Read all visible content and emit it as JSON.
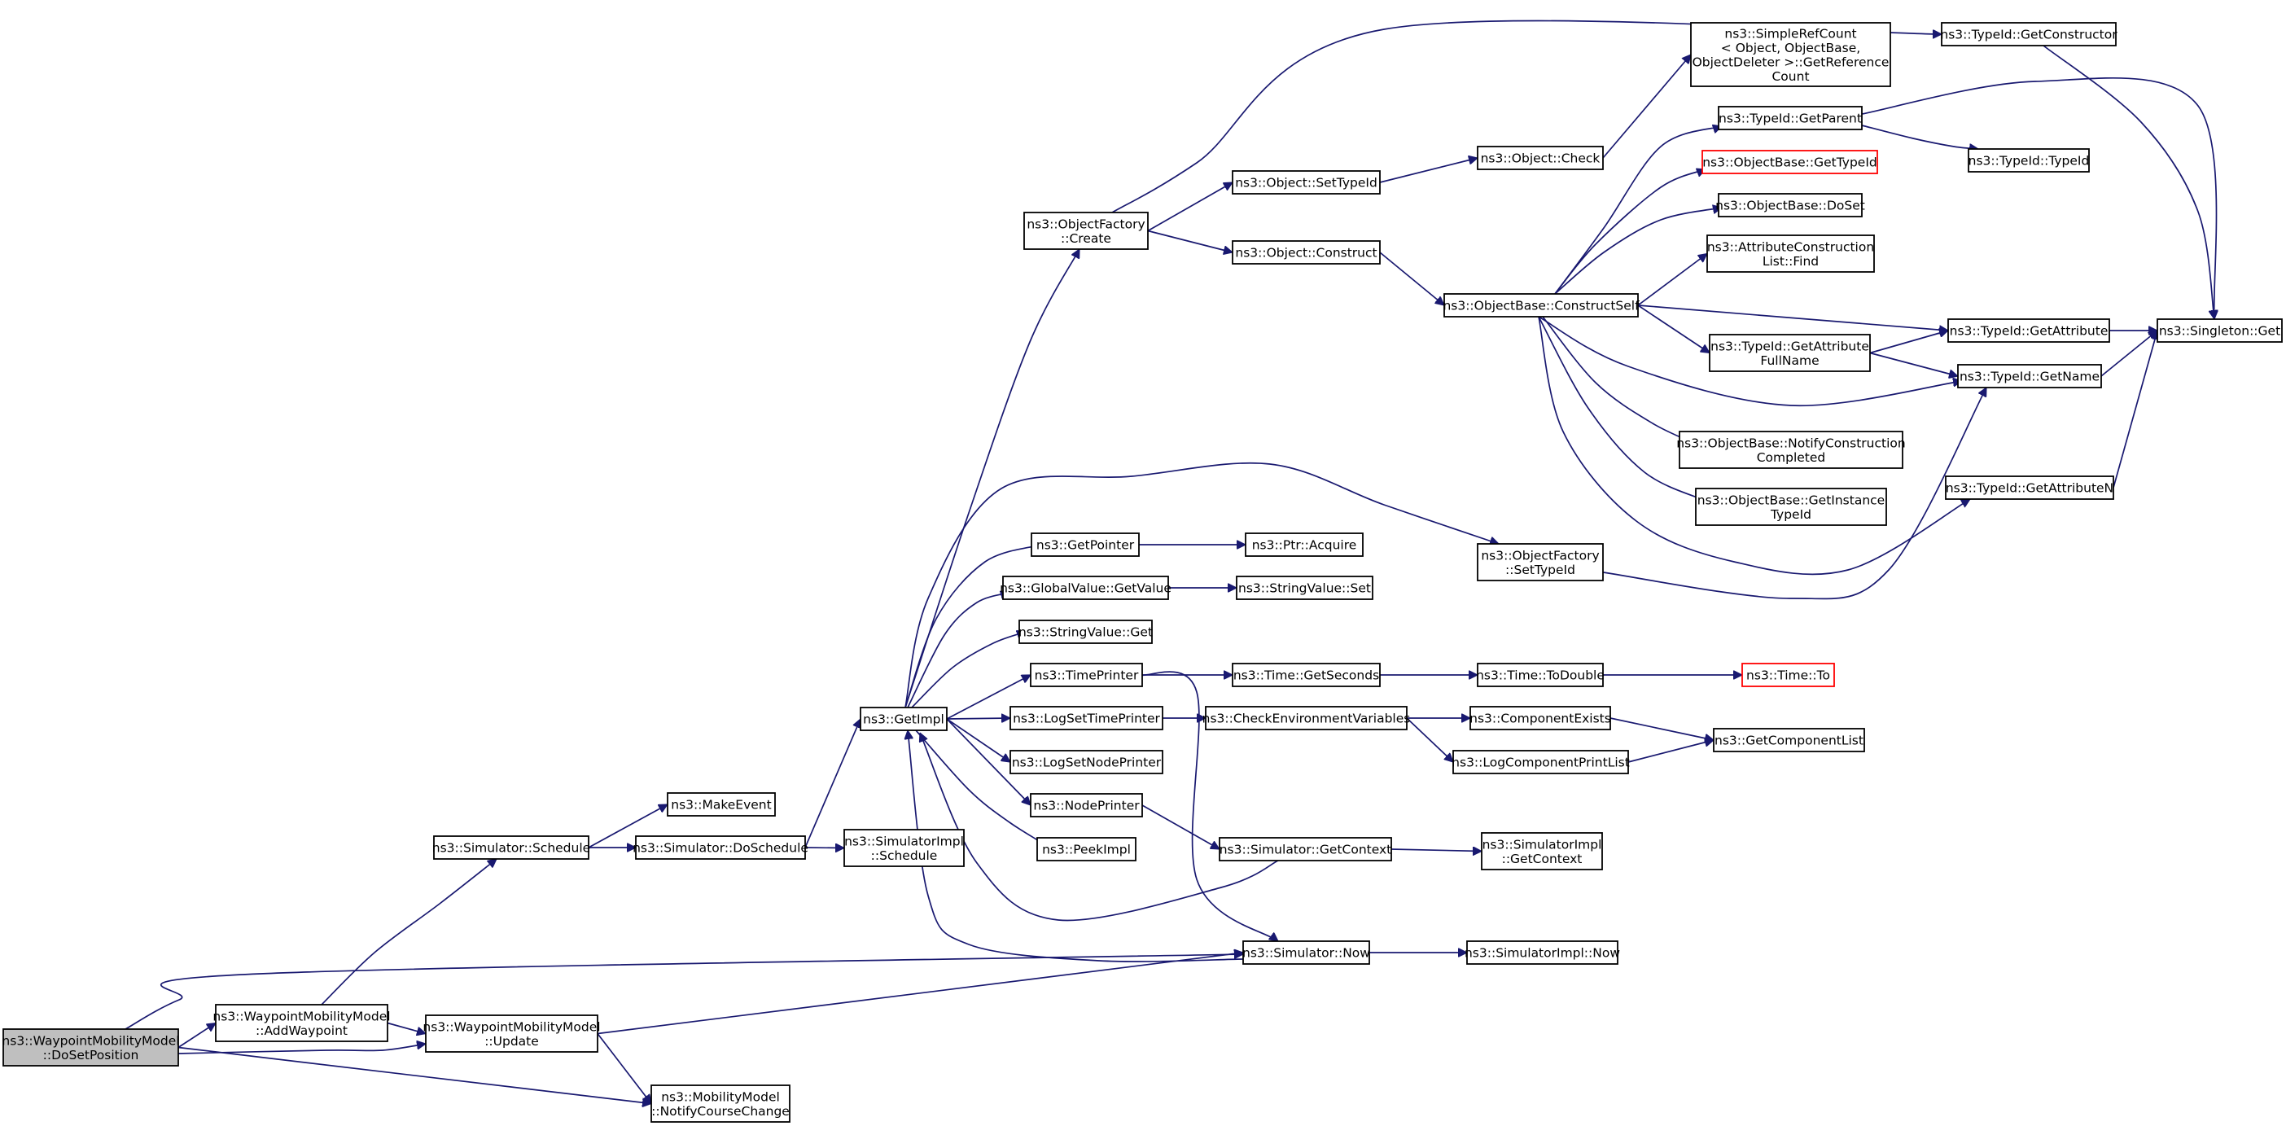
{
  "colors": {
    "edge": "#191970",
    "node_border": "#000000",
    "root_fill": "#bfbfbf",
    "missing_node_border": "#ff0000"
  },
  "nodes": [
    {
      "id": "n1",
      "lines": [
        "ns3::WaypointMobilityModel",
        "::DoSetPosition"
      ],
      "style": "root"
    },
    {
      "id": "n2",
      "lines": [
        "ns3::WaypointMobilityModel",
        "::AddWaypoint"
      ]
    },
    {
      "id": "n3",
      "lines": [
        "ns3::WaypointMobilityModel",
        "::Update"
      ]
    },
    {
      "id": "n4",
      "lines": [
        "ns3::MobilityModel",
        "::NotifyCourseChange"
      ]
    },
    {
      "id": "n5",
      "lines": [
        "ns3::Simulator::Schedule"
      ]
    },
    {
      "id": "n6",
      "lines": [
        "ns3::MakeEvent"
      ]
    },
    {
      "id": "n7",
      "lines": [
        "ns3::Simulator::DoSchedule"
      ]
    },
    {
      "id": "n8",
      "lines": [
        "ns3::SimulatorImpl",
        "::Schedule"
      ]
    },
    {
      "id": "n9",
      "lines": [
        "ns3::GetImpl"
      ]
    },
    {
      "id": "n10",
      "lines": [
        "ns3::ObjectFactory",
        "::Create"
      ]
    },
    {
      "id": "n11",
      "lines": [
        "ns3::GetPointer"
      ]
    },
    {
      "id": "n12",
      "lines": [
        "ns3::GlobalValue::GetValue"
      ]
    },
    {
      "id": "n13",
      "lines": [
        "ns3::StringValue::Get"
      ]
    },
    {
      "id": "n14",
      "lines": [
        "ns3::TimePrinter"
      ]
    },
    {
      "id": "n15",
      "lines": [
        "ns3::LogSetTimePrinter"
      ]
    },
    {
      "id": "n16",
      "lines": [
        "ns3::LogSetNodePrinter"
      ]
    },
    {
      "id": "n17",
      "lines": [
        "ns3::NodePrinter"
      ]
    },
    {
      "id": "n18",
      "lines": [
        "ns3::PeekImpl"
      ]
    },
    {
      "id": "n19",
      "lines": [
        "ns3::ObjectFactory",
        "::SetTypeId"
      ]
    },
    {
      "id": "n20",
      "lines": [
        "ns3::Object::SetTypeId"
      ]
    },
    {
      "id": "n21",
      "lines": [
        "ns3::Object::Construct"
      ]
    },
    {
      "id": "n22",
      "lines": [
        "ns3::Object::Check"
      ]
    },
    {
      "id": "n23",
      "lines": [
        "ns3::ObjectBase::ConstructSelf"
      ]
    },
    {
      "id": "n24",
      "lines": [
        "ns3::SimpleRefCount",
        "< Object, ObjectBase,",
        "ObjectDeleter >::GetReference",
        "Count"
      ]
    },
    {
      "id": "n25",
      "lines": [
        "ns3::TypeId::GetParent"
      ]
    },
    {
      "id": "n26",
      "lines": [
        "ns3::ObjectBase::GetTypeId"
      ],
      "style": "red"
    },
    {
      "id": "n27",
      "lines": [
        "ns3::ObjectBase::DoSet"
      ]
    },
    {
      "id": "n28",
      "lines": [
        "ns3::AttributeConstruction",
        "List::Find"
      ]
    },
    {
      "id": "n29",
      "lines": [
        "ns3::TypeId::GetAttribute",
        "FullName"
      ]
    },
    {
      "id": "n30",
      "lines": [
        "ns3::ObjectBase::NotifyConstruction",
        "Completed"
      ]
    },
    {
      "id": "n31",
      "lines": [
        "ns3::ObjectBase::GetInstance",
        "TypeId"
      ]
    },
    {
      "id": "n32",
      "lines": [
        "ns3::TypeId::GetConstructor"
      ]
    },
    {
      "id": "n33",
      "lines": [
        "ns3::TypeId::TypeId"
      ]
    },
    {
      "id": "n34",
      "lines": [
        "ns3::TypeId::GetAttribute"
      ]
    },
    {
      "id": "n35",
      "lines": [
        "ns3::TypeId::GetName"
      ]
    },
    {
      "id": "n36",
      "lines": [
        "ns3::TypeId::GetAttributeN"
      ]
    },
    {
      "id": "n37",
      "lines": [
        "ns3::Singleton::Get"
      ]
    },
    {
      "id": "n38",
      "lines": [
        "ns3::Ptr::Acquire"
      ]
    },
    {
      "id": "n39",
      "lines": [
        "ns3::StringValue::Set"
      ]
    },
    {
      "id": "n40",
      "lines": [
        "ns3::Time::GetSeconds"
      ]
    },
    {
      "id": "n41",
      "lines": [
        "ns3::Time::ToDouble"
      ]
    },
    {
      "id": "n42",
      "lines": [
        "ns3::Time::To"
      ],
      "style": "red"
    },
    {
      "id": "n43",
      "lines": [
        "ns3::CheckEnvironmentVariables"
      ]
    },
    {
      "id": "n44",
      "lines": [
        "ns3::ComponentExists"
      ]
    },
    {
      "id": "n45",
      "lines": [
        "ns3::LogComponentPrintList"
      ]
    },
    {
      "id": "n46",
      "lines": [
        "ns3::GetComponentList"
      ]
    },
    {
      "id": "n47",
      "lines": [
        "ns3::Simulator::GetContext"
      ]
    },
    {
      "id": "n48",
      "lines": [
        "ns3::SimulatorImpl",
        "::GetContext"
      ]
    },
    {
      "id": "n49",
      "lines": [
        "ns3::Simulator::Now"
      ]
    },
    {
      "id": "n50",
      "lines": [
        "ns3::SimulatorImpl::Now"
      ]
    }
  ],
  "edges": [
    [
      "n1",
      "n2"
    ],
    [
      "n1",
      "n3"
    ],
    [
      "n1",
      "n4"
    ],
    [
      "n1",
      "n49"
    ],
    [
      "n2",
      "n5"
    ],
    [
      "n2",
      "n3"
    ],
    [
      "n3",
      "n4"
    ],
    [
      "n3",
      "n49"
    ],
    [
      "n5",
      "n6"
    ],
    [
      "n5",
      "n7"
    ],
    [
      "n7",
      "n8"
    ],
    [
      "n7",
      "n9"
    ],
    [
      "n9",
      "n10"
    ],
    [
      "n9",
      "n11"
    ],
    [
      "n9",
      "n12"
    ],
    [
      "n9",
      "n13"
    ],
    [
      "n9",
      "n14"
    ],
    [
      "n9",
      "n15"
    ],
    [
      "n9",
      "n16"
    ],
    [
      "n9",
      "n17"
    ],
    [
      "n9",
      "n18"
    ],
    [
      "n9",
      "n19"
    ],
    [
      "n10",
      "n20"
    ],
    [
      "n10",
      "n21"
    ],
    [
      "n10",
      "n32"
    ],
    [
      "n20",
      "n22"
    ],
    [
      "n21",
      "n23"
    ],
    [
      "n22",
      "n24"
    ],
    [
      "n23",
      "n25"
    ],
    [
      "n23",
      "n26"
    ],
    [
      "n23",
      "n27"
    ],
    [
      "n23",
      "n28"
    ],
    [
      "n23",
      "n29"
    ],
    [
      "n23",
      "n30"
    ],
    [
      "n23",
      "n31"
    ],
    [
      "n23",
      "n34"
    ],
    [
      "n23",
      "n35"
    ],
    [
      "n23",
      "n36"
    ],
    [
      "n25",
      "n33"
    ],
    [
      "n25",
      "n37"
    ],
    [
      "n29",
      "n34"
    ],
    [
      "n29",
      "n35"
    ],
    [
      "n32",
      "n37"
    ],
    [
      "n34",
      "n37"
    ],
    [
      "n35",
      "n37"
    ],
    [
      "n36",
      "n37"
    ],
    [
      "n19",
      "n35"
    ],
    [
      "n11",
      "n38"
    ],
    [
      "n12",
      "n39"
    ],
    [
      "n14",
      "n40"
    ],
    [
      "n14",
      "n49"
    ],
    [
      "n40",
      "n41"
    ],
    [
      "n41",
      "n42"
    ],
    [
      "n15",
      "n43"
    ],
    [
      "n43",
      "n44"
    ],
    [
      "n43",
      "n45"
    ],
    [
      "n44",
      "n46"
    ],
    [
      "n45",
      "n46"
    ],
    [
      "n17",
      "n47"
    ],
    [
      "n47",
      "n48"
    ],
    [
      "n47",
      "n9"
    ],
    [
      "n49",
      "n50"
    ],
    [
      "n49",
      "n9"
    ]
  ]
}
